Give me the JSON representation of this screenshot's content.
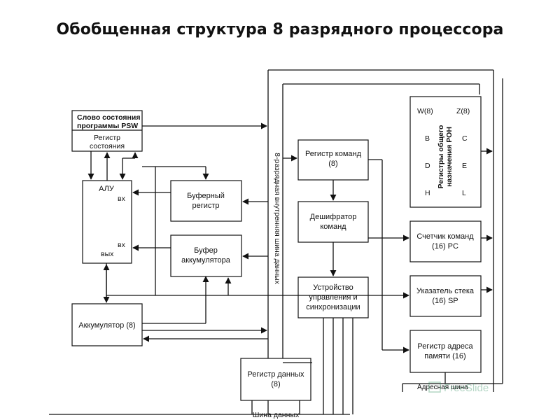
{
  "title": "Обобщенная структура 8 разрядного процессора",
  "blocks": {
    "psw": {
      "line1": "Слово состояния",
      "line2": "программы PSW",
      "line3": "Регистр",
      "line4": "состояния"
    },
    "alu": {
      "name": "АЛУ",
      "in1": "вх",
      "in2": "вх",
      "out": "вых"
    },
    "buffer_reg": {
      "line1": "Буферный",
      "line2": "регистр"
    },
    "acc_buffer": {
      "line1": "Буфер",
      "line2": "аккумулятора"
    },
    "accumulator": {
      "line1": "Аккумулятор (8)"
    },
    "cmd_reg": {
      "line1": "Регистр команд",
      "line2": "(8)"
    },
    "decoder": {
      "line1": "Дешифратор",
      "line2": "команд"
    },
    "control": {
      "line1": "Устройство",
      "line2": "управления и",
      "line3": "синхронизации"
    },
    "data_reg": {
      "line1": "Регистр данных",
      "line2": "(8)"
    },
    "gpr": {
      "label1": "Регистры общего",
      "label2": "назначения РОН",
      "w": "W(8)",
      "z": "Z(8)",
      "b": "B",
      "c": "C",
      "d": "D",
      "e": "E",
      "h": "H",
      "l": "L"
    },
    "pc": {
      "line1": "Счетчик команд",
      "line2": "(16) PC"
    },
    "sp": {
      "line1": "Указатель стека",
      "line2": "(16) SP"
    },
    "addr_reg": {
      "line1": "Регистр адреса",
      "line2": "памяти (16)"
    }
  },
  "buses": {
    "internal": "8-разрядная внутренняя шина данных",
    "data": "Шина данных",
    "address": "Адресная шина"
  },
  "watermark": "FreeSlide"
}
